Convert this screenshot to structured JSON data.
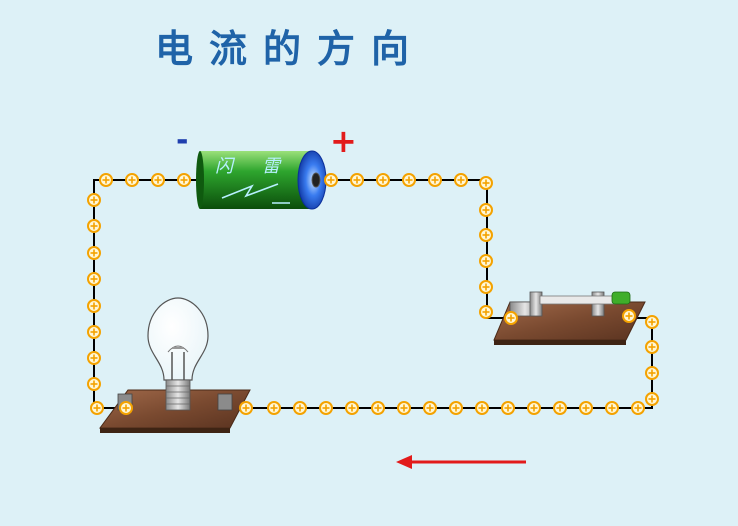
{
  "title": "电流的方向",
  "battery": {
    "negative_sign": "-",
    "positive_sign": "+",
    "label_chars": [
      "闪",
      "雷"
    ],
    "body_color": "#1a7f1a",
    "cap_color": "#1c56d6"
  },
  "charge_symbol": "+",
  "charge_color": "#f4a200",
  "wire_color": "#000000",
  "sign_colors": {
    "negative": "#1f3fae",
    "positive": "#e21b1b"
  },
  "arrow": {
    "direction": "left",
    "color": "#e21b1b",
    "icon": "arrow-left-icon"
  },
  "components": [
    "battery",
    "switch",
    "light-bulb"
  ]
}
